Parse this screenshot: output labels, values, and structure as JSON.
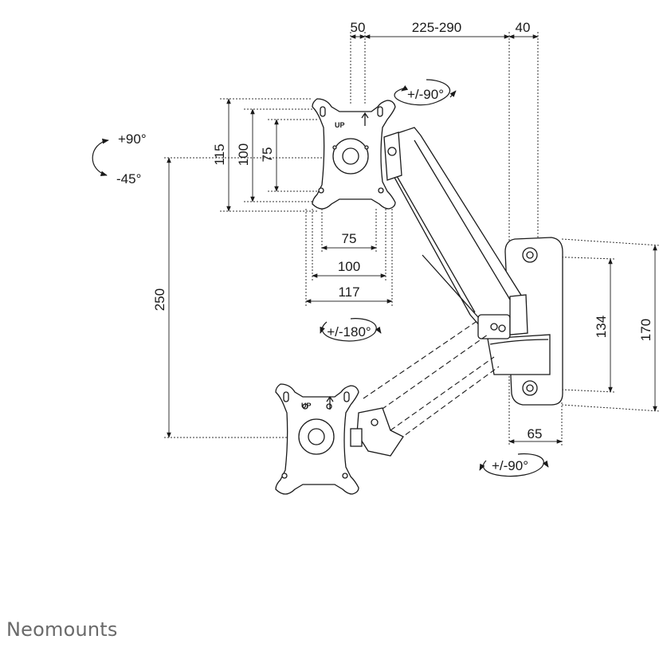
{
  "brand": "Neomounts",
  "dimensions": {
    "offset_50": "50",
    "extension": "225-290",
    "depth_40": "40",
    "vesa_h_115": "115",
    "vesa_h_100": "100",
    "vesa_h_75": "75",
    "vesa_w_75": "75",
    "vesa_w_100": "100",
    "vesa_w_117": "117",
    "height_250": "250",
    "plate_134": "134",
    "plate_170": "170",
    "plate_65": "65"
  },
  "rotations": {
    "tilt_up": "+90°",
    "tilt_down": "-45°",
    "swivel_top": "+/-90°",
    "rotate_screen": "+/-180°",
    "swivel_wall": "+/-90°"
  },
  "plate_labels": {
    "up_top": "UP",
    "up_bottom": "UP"
  }
}
